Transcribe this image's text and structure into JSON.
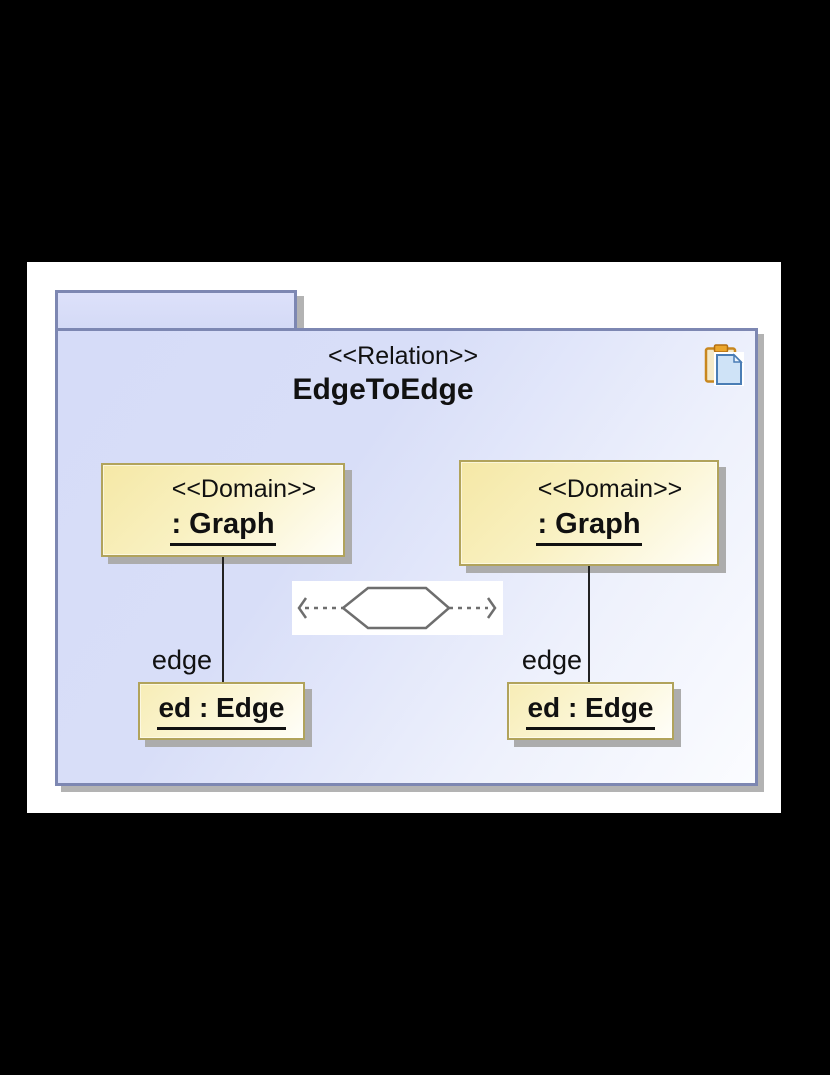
{
  "package": {
    "stereotype": "<<Relation>>",
    "name": "EdgeToEdge"
  },
  "domains": [
    {
      "stereotype": "<<Domain>>",
      "name": ": Graph",
      "connector_label": "edge",
      "child_name": "ed : Edge"
    },
    {
      "stereotype": "<<Domain>>",
      "name": ": Graph",
      "connector_label": "edge",
      "child_name": "ed : Edge"
    }
  ],
  "icons": {
    "paste": "paste-clipboard-icon",
    "relation_symbol": "qvt-relation-hexagon-icon"
  },
  "colors": {
    "background": "#000000",
    "canvas": "#ffffff",
    "package_border": "#7d87b2",
    "package_fill_top": "#d6dcf8",
    "package_fill_bottom": "#fbfcff",
    "node_border": "#b1a35b",
    "node_fill_dark": "#f5e8a6",
    "node_fill_light": "#fffef8",
    "shadow": "#acacac",
    "connector": "#222222",
    "hexagon_stroke": "#6e6e6e",
    "text": "#111111"
  }
}
